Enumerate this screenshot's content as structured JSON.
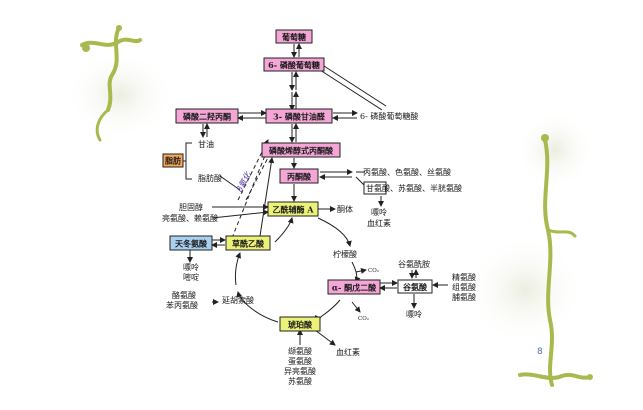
{
  "colors": {
    "pink": "#f4a6d7",
    "orange": "#f5a85c",
    "blue": "#a8d0f0",
    "yellow": "#ecf277",
    "vine": "#a9b94e",
    "page_number": "#4a6fb0",
    "beta_label": "#5533aa"
  },
  "nodes": {
    "glucose": "葡萄糖",
    "g6p": "6- 磷酸葡萄糖",
    "dhap": "磷酸二羟丙酮",
    "g3p": "3- 磷酸甘油醛",
    "g6pa": "6- 磷酸葡萄糖酸",
    "pep": "磷酸烯醇式丙酮酸",
    "pyruvate": "丙酮酸",
    "acetyl_coa": "乙酰辅酶 A",
    "fat": "脂肪",
    "oxaloacetate": "草酰乙酸",
    "aspartate": "天冬氨酸",
    "citrate": "柠檬酸",
    "akg": "α- 酮戊二酸",
    "succinyl": "琥珀酸",
    "glutamate": "谷氨酸",
    "glutamine": "谷氨酰胺",
    "fumarate": "延胡索酸"
  },
  "labels": {
    "glycerol": "甘油",
    "fatty_acid": "脂肪酸",
    "beta_oxidation": "β氧化",
    "aa_row1": "丙氨酸、色氨酸、丝氨酸",
    "aa_row2": "甘氨酸、苏氨酸、半胱氨酸",
    "ketone": "酮体",
    "purine": "嘌呤",
    "heme": "血红素",
    "cholesterol": "胆固醇",
    "leu_lys": "亮氨酸、赖氨酸",
    "purine2": "嘌呤",
    "pyrimidine": "嘧啶",
    "co2_a": "CO₂",
    "co2_b": "CO₂",
    "tyr": "酪氨酸",
    "phe": "苯丙氨酸",
    "his": "精氨酸",
    "pro": "组氨酸",
    "arg": "脯氨酸",
    "purine3": "嘌呤",
    "val": "缬氨酸",
    "met": "蛋氨酸",
    "ile": "异亮氨酸",
    "thr": "苏氨酸",
    "heme2": "血红素"
  },
  "page_number": "8"
}
